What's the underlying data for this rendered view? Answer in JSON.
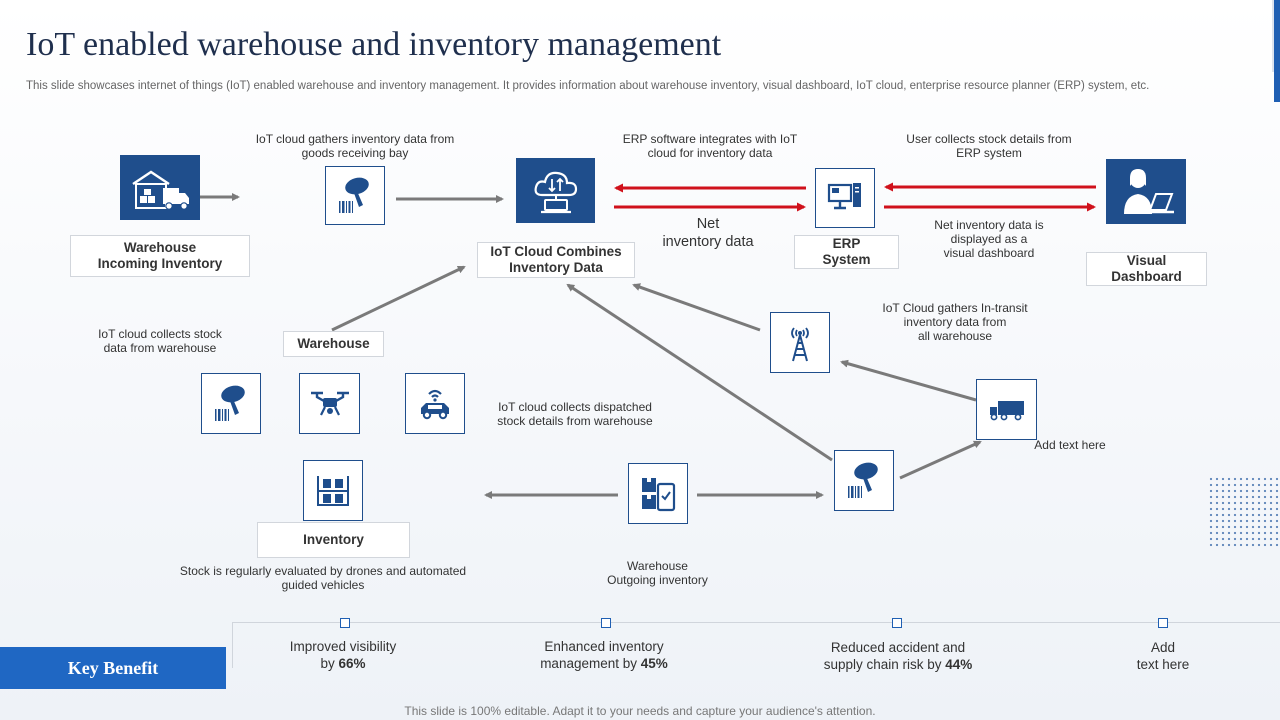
{
  "header": {
    "title": "IoT enabled warehouse and inventory management",
    "subtitle": "This slide showcases internet of things (IoT) enabled warehouse and inventory management. It provides information about warehouse inventory, visual dashboard, IoT cloud, enterprise resource planner (ERP) system, etc."
  },
  "labels": {
    "warehouse_incoming": "Warehouse\nIncoming Inventory",
    "iot_cloud": "IoT Cloud Combines\nInventory Data",
    "erp": "ERP\nSystem",
    "visual_dashboard": "Visual\nDashboard",
    "warehouse": "Warehouse",
    "inventory": "Inventory"
  },
  "notes": {
    "gather_receiving": "IoT cloud gathers inventory data from\ngoods receiving bay",
    "erp_integrates": "ERP software integrates with IoT\ncloud for inventory data",
    "user_collects": "User collects stock details from\nERP system",
    "net_inventory": "Net\ninventory data",
    "net_displayed": "Net inventory data is\ndisplayed as a\nvisual dashboard",
    "in_transit": "IoT Cloud gathers In-transit\ninventory data from\nall warehouse",
    "collects_warehouse": "IoT cloud collects stock\ndata from warehouse",
    "collects_dispatched": "IoT cloud collects dispatched\nstock details from warehouse",
    "add_text": "Add text here",
    "stock_evaluated": "Stock is regularly evaluated by drones and automated\nguided vehicles",
    "warehouse_outgoing": "Warehouse\nOutgoing inventory"
  },
  "benefits": {
    "label": "Key Benefit",
    "items": [
      {
        "text_line1": "Improved  visibility",
        "text_prefix": "by",
        "value": "66%"
      },
      {
        "text_line1": "Enhanced inventory",
        "text_prefix": "management  by",
        "value": "45%"
      },
      {
        "text_line1": "Reduced accident and",
        "text_prefix": "supply chain risk by",
        "value": "44%"
      },
      {
        "text_line1": "Add",
        "text_prefix": "text here",
        "value": ""
      }
    ]
  },
  "footer": "This slide is 100% editable. Adapt it to your needs and capture your audience's attention.",
  "colors": {
    "primary": "#1f4e8c",
    "accent_blue": "#1f67c3",
    "arrow_red": "#d0111b",
    "arrow_gray": "#7a7a7a"
  },
  "icons": {
    "warehouse_truck": "warehouse-truck-icon",
    "barcode_scanner": "barcode-scanner-icon",
    "cloud_laptop": "cloud-computing-icon",
    "erp": "computer-icon",
    "dashboard_user": "user-laptop-icon",
    "tower": "signal-tower-icon",
    "drone": "drone-icon",
    "agv": "connected-car-icon",
    "truck": "delivery-truck-icon",
    "shelves": "inventory-shelves-icon",
    "outgoing": "outgoing-inventory-icon"
  }
}
